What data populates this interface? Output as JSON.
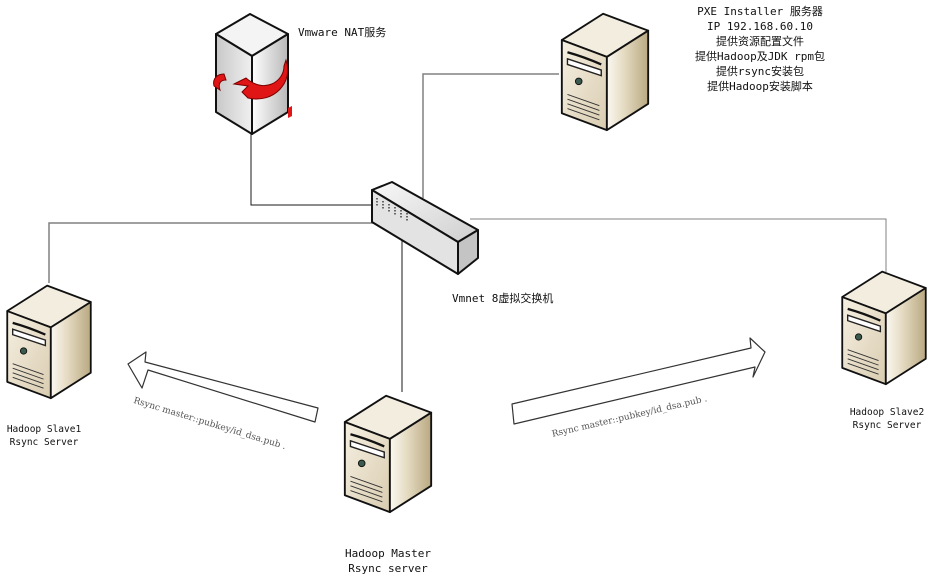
{
  "diagram": {
    "title": "Hadoop cluster network topology",
    "nodes": {
      "nat": {
        "label": "Vmware NAT服务",
        "icon": "nat-server-icon"
      },
      "pxe": {
        "icon": "server-tower-icon",
        "lines": [
          "PXE Installer 服务器",
          "IP 192.168.60.10",
          "提供资源配置文件",
          "提供Hadoop及JDK rpm包",
          "提供rsync安装包",
          "提供Hadoop安装脚本"
        ]
      },
      "switch": {
        "label": "Vmnet 8虚拟交换机",
        "icon": "network-switch-icon"
      },
      "slave1": {
        "icon": "server-tower-icon",
        "lines": [
          "Hadoop Slave1",
          "Rsync Server"
        ]
      },
      "slave2": {
        "icon": "server-tower-icon",
        "lines": [
          "Hadoop Slave2",
          "Rsync Server"
        ]
      },
      "master": {
        "icon": "server-tower-icon",
        "lines": [
          "Hadoop Master",
          "Rsync server"
        ]
      }
    },
    "arrows": [
      {
        "from": "master",
        "to": "slave1",
        "label": "Rsync master::pubkey/id_dsa.pub ."
      },
      {
        "from": "master",
        "to": "slave2",
        "label": "Rsync master::pubkey/id_dsa.pub ."
      }
    ],
    "colors": {
      "line": "#1a1a1a",
      "line_gray": "#808080",
      "server_face": "#e9dfc8",
      "server_side": "#cbbf9f",
      "nat_arrow": "#e01515",
      "switch_body": "#e6e6e6"
    }
  }
}
